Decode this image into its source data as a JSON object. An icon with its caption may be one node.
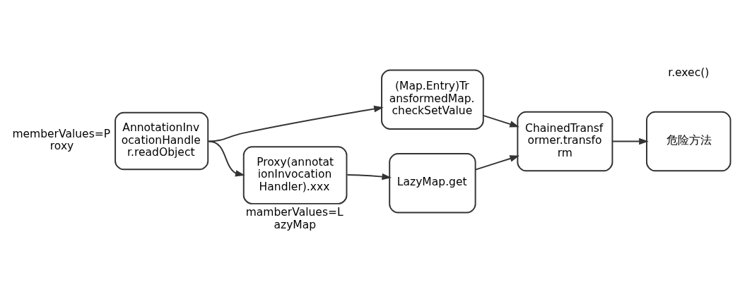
{
  "diagram": {
    "nodes": [
      {
        "text": [
          "AnnotationInvocationHandler.readObject"
        ],
        "beside": [
          "memberValues=Proxy"
        ]
      },
      {
        "text": [
          "(Map.Entry)TransformedMap.checkSetValue"
        ]
      },
      {
        "text": [
          "ChainedTransformer.transform"
        ]
      },
      {
        "text": [
          "危险方法"
        ]
      },
      {
        "text": [
          "Proxy(annotationInvocationHandler).xxx"
        ],
        "beside": [
          "mamberValues=LazyMap"
        ]
      },
      {
        "text": [
          "LazyMap.get"
        ]
      }
    ],
    "edges": [
      {
        "from": 0,
        "to": 1,
        "arrow": "to"
      },
      {
        "from": 1,
        "to": 2,
        "arrow": "to"
      },
      {
        "from": 2,
        "to": 3,
        "arrow": "to"
      },
      {
        "from": 0,
        "to": 4,
        "arrow": "to"
      },
      {
        "from": 4,
        "to": 5,
        "arrow": "to"
      },
      {
        "from": 5,
        "to": 2,
        "arrow": "to"
      }
    ],
    "labels": [
      "r.exec()"
    ]
  }
}
